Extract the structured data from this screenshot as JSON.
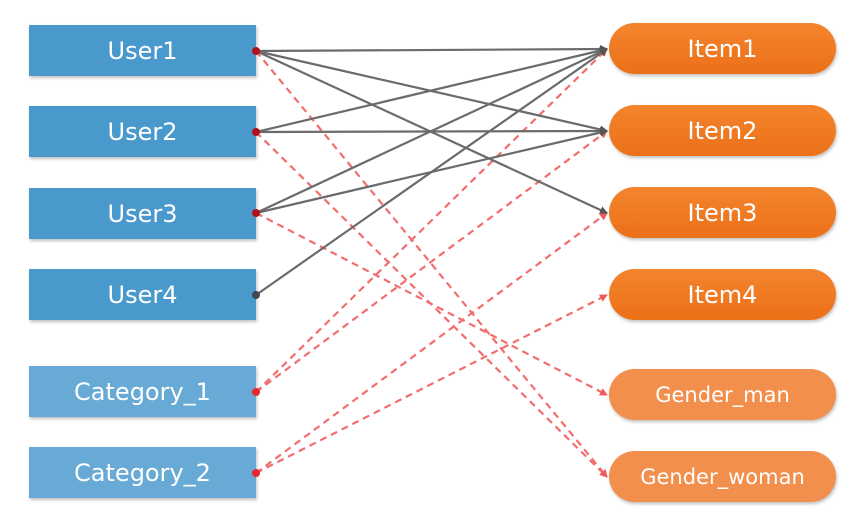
{
  "left_nodes": [
    {
      "id": "User1",
      "label": "User1",
      "kind": "user"
    },
    {
      "id": "User2",
      "label": "User2",
      "kind": "user"
    },
    {
      "id": "User3",
      "label": "User3",
      "kind": "user"
    },
    {
      "id": "User4",
      "label": "User4",
      "kind": "user"
    },
    {
      "id": "Category_1",
      "label": "Category_1",
      "kind": "category"
    },
    {
      "id": "Category_2",
      "label": "Category_2",
      "kind": "category"
    }
  ],
  "right_nodes": [
    {
      "id": "Item1",
      "label": "Item1",
      "kind": "item"
    },
    {
      "id": "Item2",
      "label": "Item2",
      "kind": "item"
    },
    {
      "id": "Item3",
      "label": "Item3",
      "kind": "item"
    },
    {
      "id": "Item4",
      "label": "Item4",
      "kind": "item"
    },
    {
      "id": "Gender_man",
      "label": "Gender_man",
      "kind": "gender"
    },
    {
      "id": "Gender_woman",
      "label": "Gender_woman",
      "kind": "gender"
    }
  ],
  "edges": [
    {
      "from": "User1",
      "to": "Item1",
      "style": "solid"
    },
    {
      "from": "User1",
      "to": "Item2",
      "style": "solid"
    },
    {
      "from": "User1",
      "to": "Item3",
      "style": "solid"
    },
    {
      "from": "User2",
      "to": "Item1",
      "style": "solid"
    },
    {
      "from": "User2",
      "to": "Item2",
      "style": "solid"
    },
    {
      "from": "User3",
      "to": "Item1",
      "style": "solid"
    },
    {
      "from": "User3",
      "to": "Item2",
      "style": "solid"
    },
    {
      "from": "User4",
      "to": "Item1",
      "style": "solid"
    },
    {
      "from": "User1",
      "to": "Gender_woman",
      "style": "dashed"
    },
    {
      "from": "User2",
      "to": "Gender_woman",
      "style": "dashed"
    },
    {
      "from": "User3",
      "to": "Gender_man",
      "style": "dashed"
    },
    {
      "from": "Category_1",
      "to": "Item1",
      "style": "dashed"
    },
    {
      "from": "Category_1",
      "to": "Item2",
      "style": "dashed"
    },
    {
      "from": "Category_2",
      "to": "Item3",
      "style": "dashed"
    },
    {
      "from": "Category_2",
      "to": "Item4",
      "style": "dashed"
    }
  ],
  "colors": {
    "user": "#4a99cc",
    "category": "#67aad6",
    "item": "#ef7a22",
    "gender": "#f28f4d",
    "solid_edge": "#6b6b6b",
    "dashed_edge": "#f26d6d",
    "dot_red": "#b0121b",
    "dot_gray": "#3f4a55"
  }
}
